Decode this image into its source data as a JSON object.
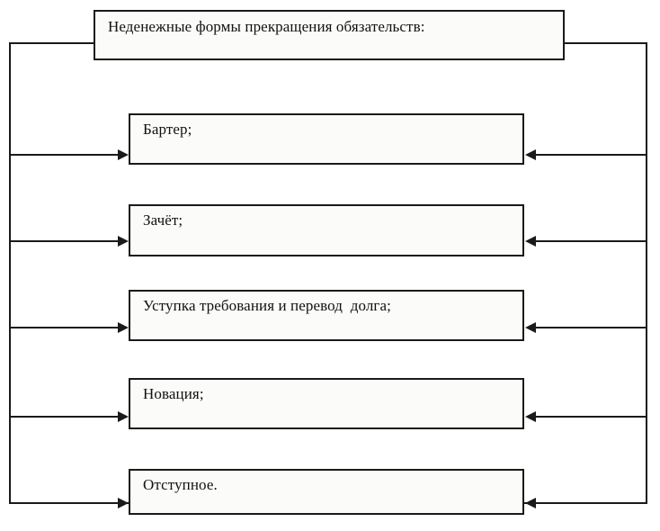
{
  "diagram": {
    "title": "Неденежные формы прекращения обязательств:",
    "items": [
      {
        "label": "Бартер;"
      },
      {
        "label": "Зачёт;"
      },
      {
        "label": "Уступка требования и перевод  долга;"
      },
      {
        "label": "Новация;"
      },
      {
        "label": "Отступное."
      }
    ],
    "colors": {
      "stroke": "#1a1a1a",
      "box_fill": "#fbfbfa",
      "background": "#ffffff",
      "text": "#111111"
    }
  }
}
